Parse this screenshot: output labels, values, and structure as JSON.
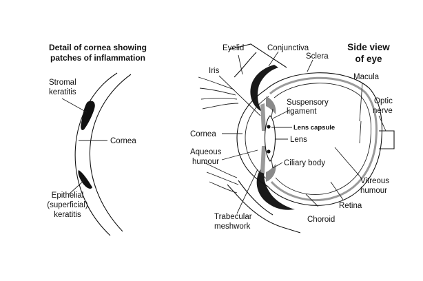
{
  "cornea_detail": {
    "title_line1": "Detail of cornea showing",
    "title_line2": "patches of inflammation",
    "labels": {
      "stromal_1": "Stromal",
      "stromal_2": "keratitis",
      "cornea": "Cornea",
      "epithelial_1": "Epithelial",
      "epithelial_2": "(superficial)",
      "epithelial_3": "keratitis"
    }
  },
  "side_view": {
    "title_line1": "Side view",
    "title_line2": "of eye",
    "labels": {
      "eyelid": "Eyelid",
      "conjunctiva": "Conjunctiva",
      "sclera": "Sclera",
      "iris": "Iris",
      "macula": "Macula",
      "suspensory_1": "Suspensory",
      "suspensory_2": "ligament",
      "lens_capsule": "Lens capsule",
      "optic_1": "Optic",
      "optic_2": "nerve",
      "cornea": "Cornea",
      "lens": "Lens",
      "aqueous_1": "Aqueous",
      "aqueous_2": "humour",
      "ciliary_body": "Ciliary body",
      "vitreous_1": "Vitreous",
      "vitreous_2": "humour",
      "retina": "Retina",
      "trabecular_1": "Trabecular",
      "trabecular_2": "meshwork",
      "choroid": "Choroid"
    }
  },
  "colors": {
    "line": "#111111",
    "fill_dark": "#1a1a1a",
    "fill_mid": "#9a9a9a",
    "fill_light": "#d9d9d9"
  }
}
